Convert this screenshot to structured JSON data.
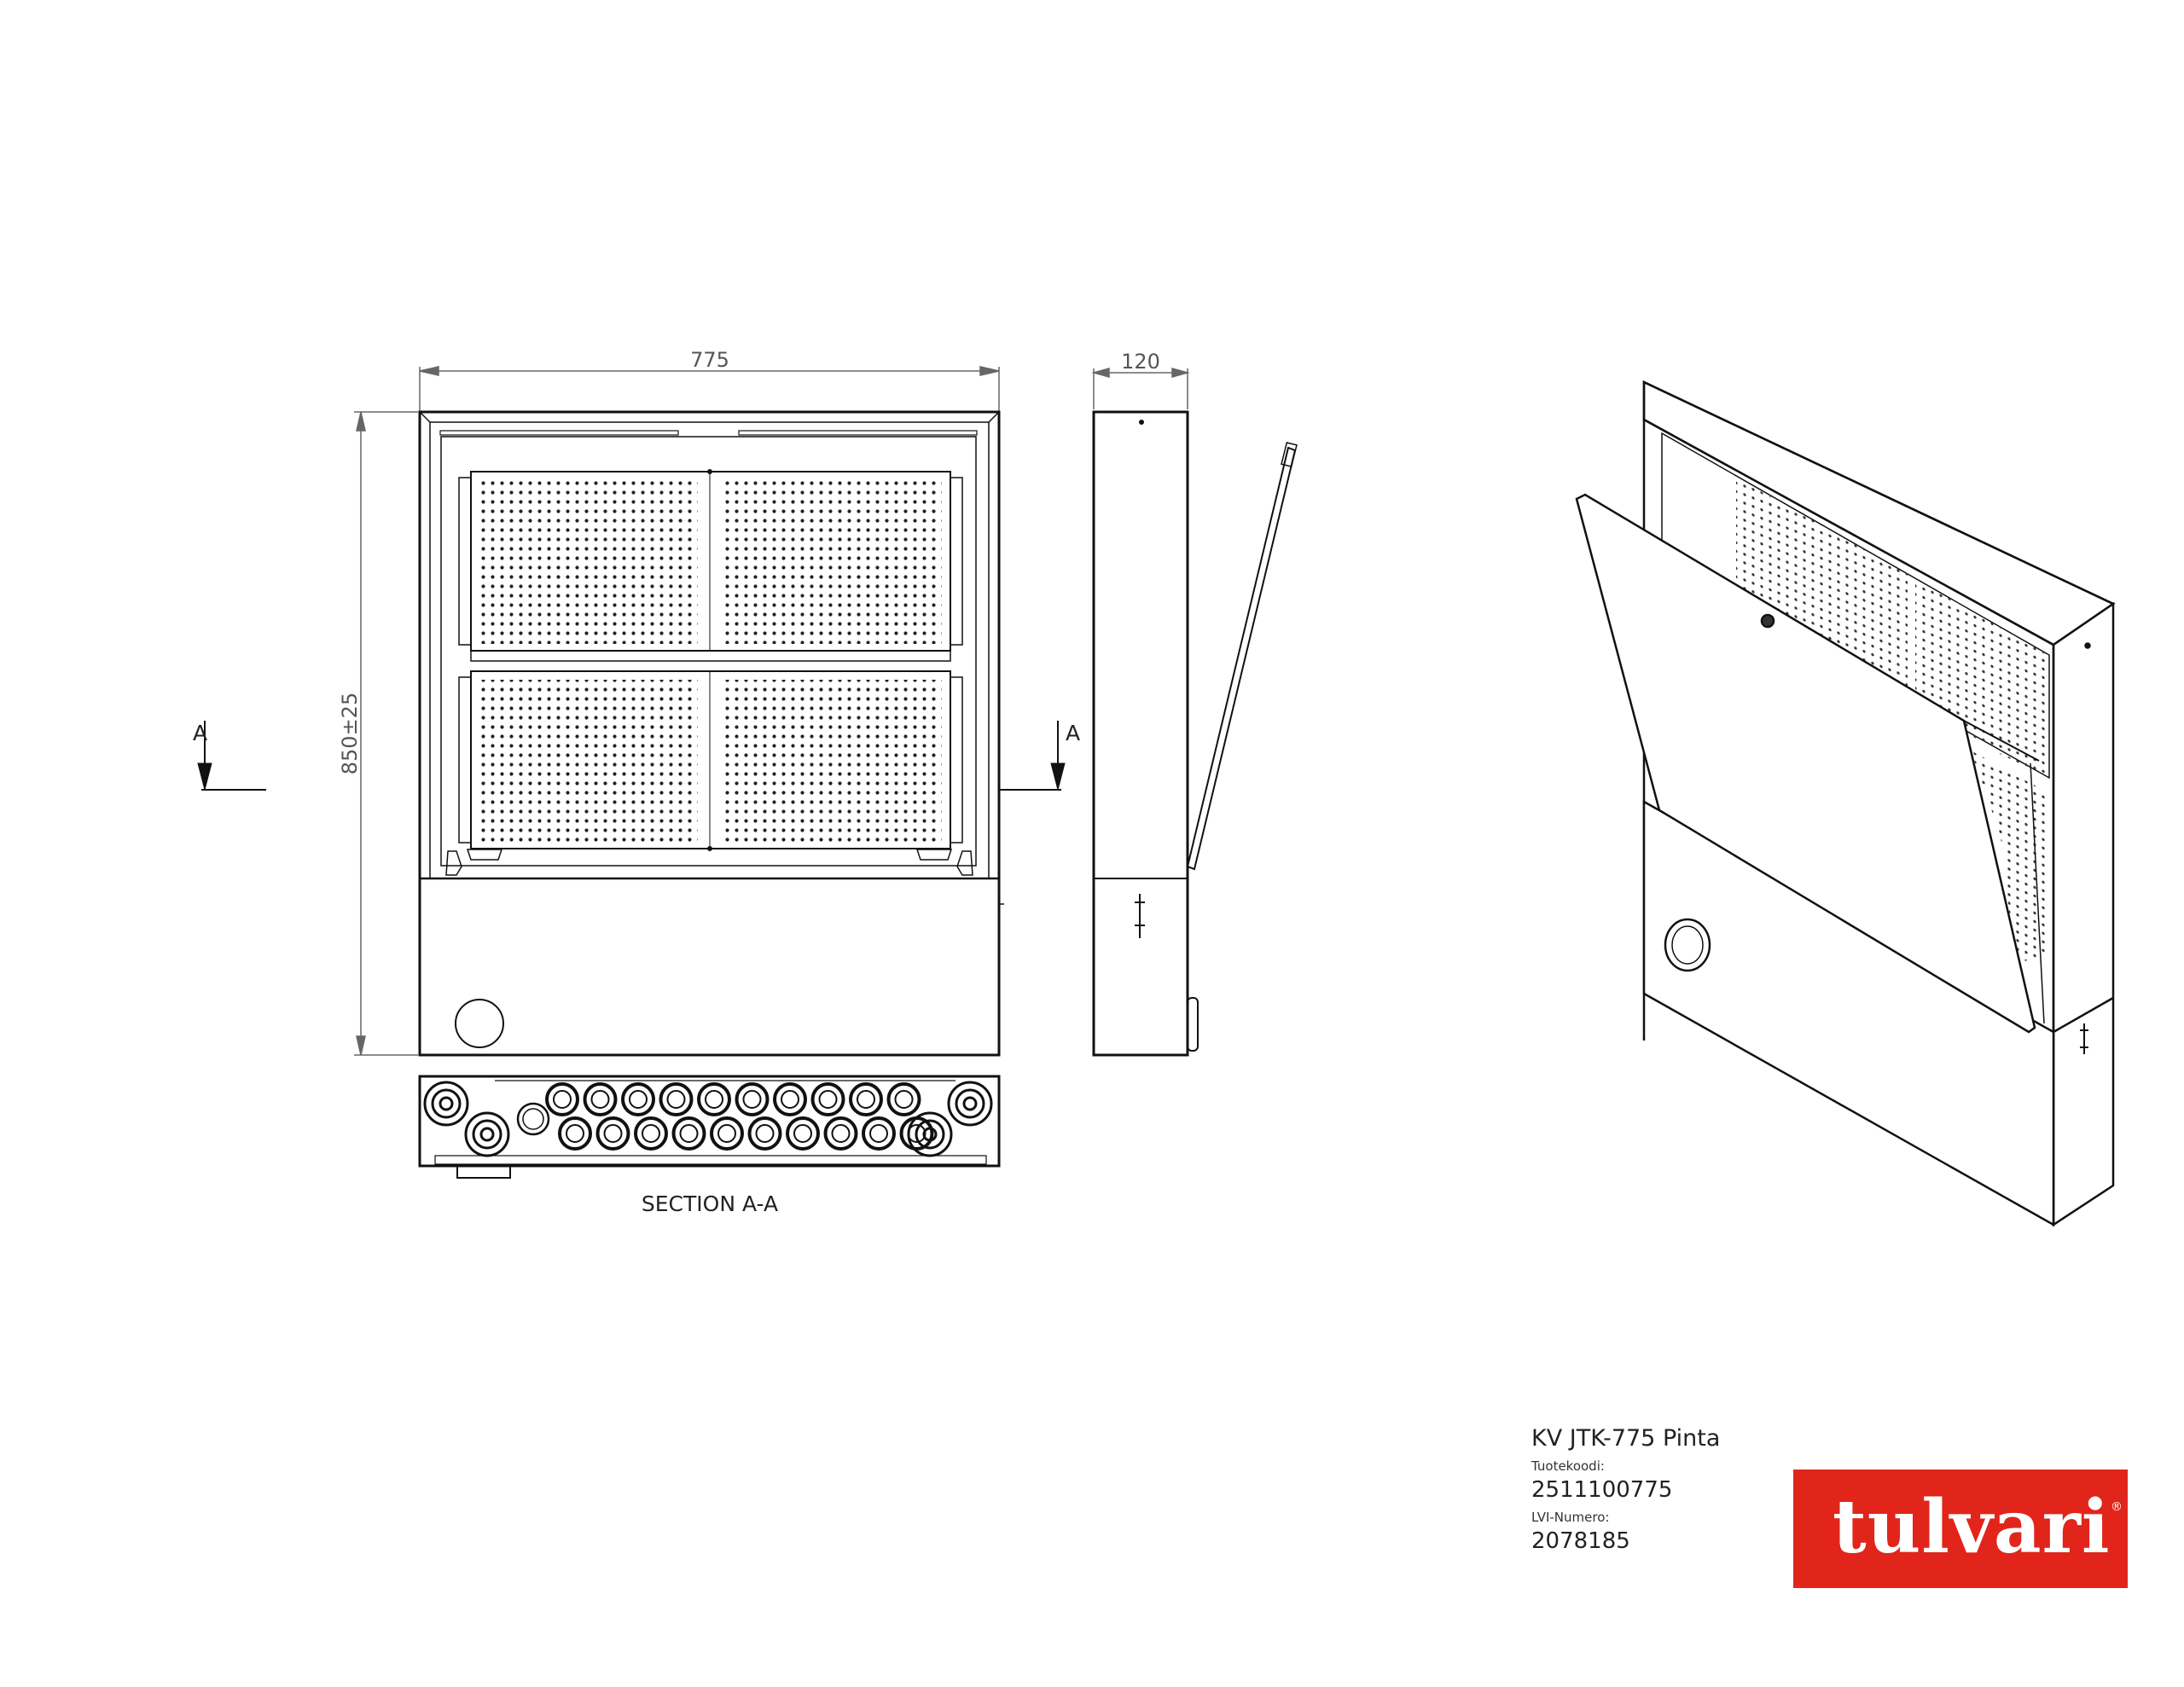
{
  "drawing": {
    "dim_width": "775",
    "dim_depth": "120",
    "dim_height": "850±25",
    "section_mark_left": "A",
    "section_mark_right": "A",
    "section_label": "SECTION A-A"
  },
  "title_block": {
    "product_name": "KV JTK-775 Pinta",
    "product_code_caption": "Tuotekoodi:",
    "product_code": "2511100775",
    "lvi_caption": "LVI-Numero:",
    "lvi_number": "2078185"
  },
  "logo": {
    "text": "tulvari",
    "registered": "®",
    "brand_color": "#e1251b"
  }
}
